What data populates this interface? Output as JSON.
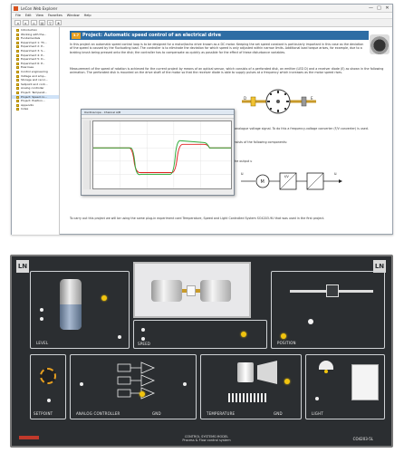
{
  "app": {
    "window_title": "LeCon Web Explorer",
    "controls": [
      "—",
      "□",
      "✕"
    ],
    "menu": [
      "File",
      "Edit",
      "View",
      "Favorites",
      "Window",
      "Help"
    ]
  },
  "tree": {
    "items": [
      "Introduction",
      "Working with the...",
      "Fundamentals",
      "Experiment 1: Th...",
      "Experiment 2: P...",
      "Experiment 3: S...",
      "Experiment 4: P...",
      "Experiment 5: D...",
      "Experiment 6: P...",
      "Exercises",
      "Control engineering",
      "Voltage and amp...",
      "Storage and recor...",
      "Setpoint and cont...",
      "Analog controller",
      "Project: Temperat...",
      "Project: Speed co...",
      "Project: Position...",
      "Appendix",
      "Index"
    ],
    "selected_index": 16
  },
  "content": {
    "badge": "3.7",
    "header": "Project: Automatic speed control of an electrical drive",
    "para1": "In this project an automatic speed control loop is to be designed for a motor/tacho drive known as a DC motor. Keeping the set speed constant is particularly important in this case as the deviation of the speed is caused by the fluctuating load. The controller is to eliminate the deviation for which speed is only adjusted within narrow limits. Additional load torque arises, for example, due to a braking brush being pressed onto the disk; the controller has to compensate as quickly as possible for the effect of these disturbance variables.",
    "para2": "Measurement of the speed of rotation is achieved for the current project by means of an optical sensor, which consists of a perforated disk, an emitter (LED D) and a receiver diode (E) as shown in the following animation. The perforated disk is mounted on the drive shaft of the motor so that the receiver diode is able to supply pulses at a frequency which increases as the motor speed rises.",
    "para3": "Pulses are converted into an analogue voltage signal. To do this a frequency-voltage converter (F/V converter) is used.",
    "para4": "The complete plant which consists of the following components:",
    "para5": "The speed n is measured at the output u",
    "para6": "To carry out this project we will be using the same plug-in experiment card Temperature, Speed and Light Controlled System SO4203-9U that was used in the first project.",
    "diagram_labels": {
      "left": "D",
      "right": "E"
    },
    "block_labels": {
      "input": "u",
      "motor": "M",
      "fv_top": "f/V",
      "output": "u"
    }
  },
  "scope": {
    "title": "Oscilloscope - Channel A/B",
    "channel_colors": {
      "a": "#2eaa3a",
      "b": "#e02020"
    }
  },
  "panel": {
    "logo": "LN",
    "sections": {
      "level": "LEVEL",
      "speed": "SPEED",
      "position": "POSITION",
      "setpoint": "SETPOINT",
      "analog_controller": "ANALOG CONTROLLER",
      "temperature": "TEMPERATURE",
      "light": "LIGHT"
    },
    "footer_title": "CONTROL SYSTEMS MODEL",
    "footer_sub": "Process & Flow control system",
    "order_no": "CO4203-5L",
    "labels": {
      "gnd1": "GND",
      "gnd2": "GND"
    }
  },
  "colors": {
    "header_blue": "#2e6da4",
    "panel_dark": "#2b2e31",
    "led_yellow": "#f1c40f"
  }
}
